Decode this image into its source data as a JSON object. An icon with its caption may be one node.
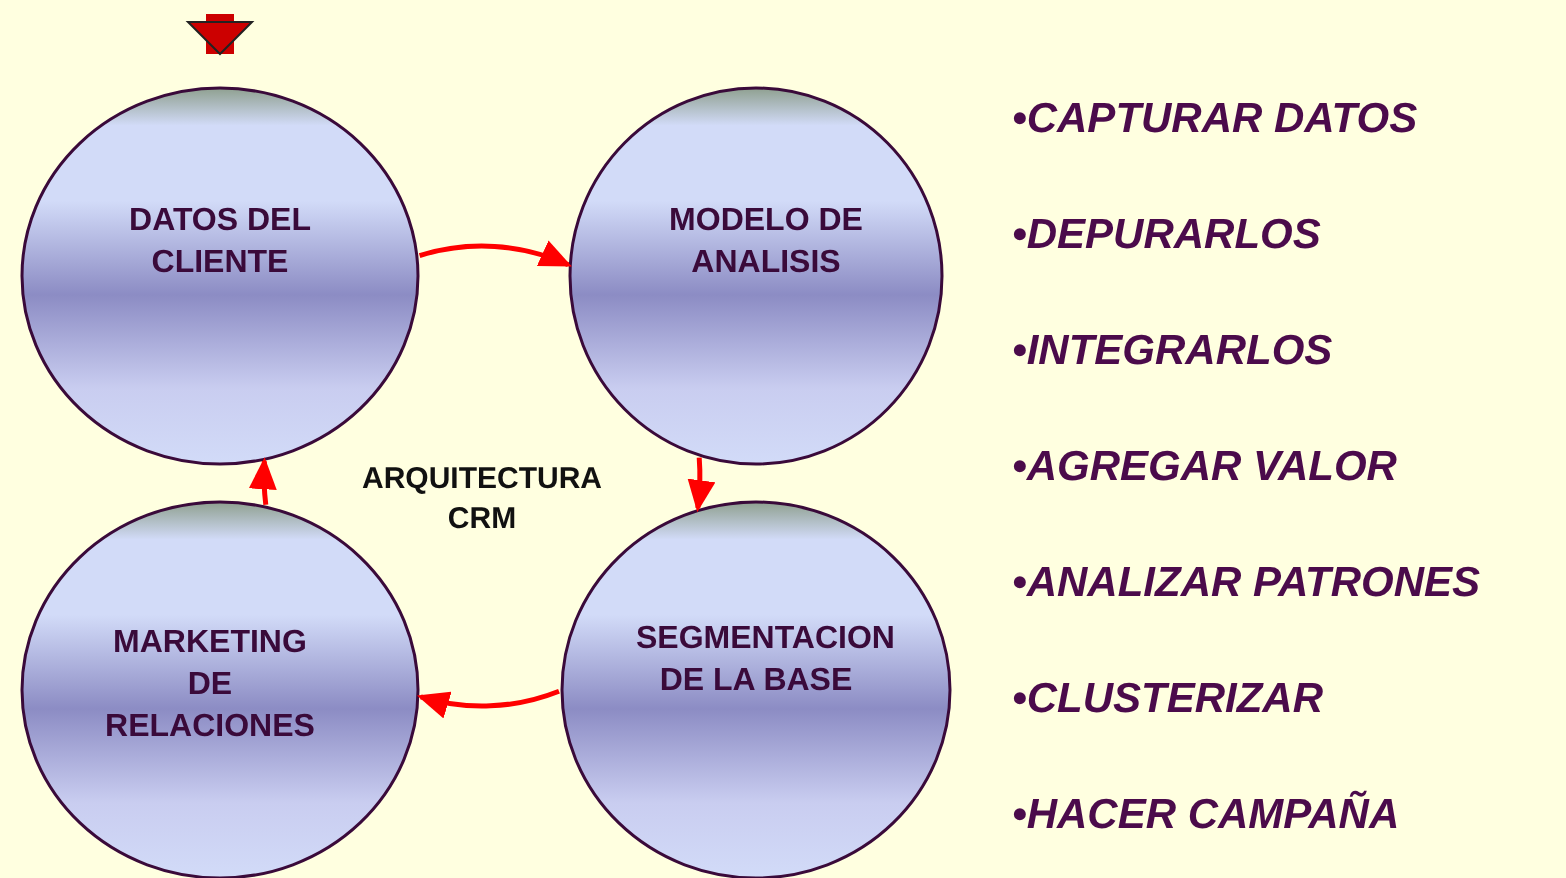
{
  "diagram": {
    "nodes": [
      {
        "text": [
          "DATOS DEL CLIENTE"
        ]
      },
      {
        "text": [
          "MODELO DE ANALISIS"
        ]
      },
      {
        "text": [
          "MARKETING DE RELACIONES"
        ]
      },
      {
        "text": [
          "SEGMENTACION DE LA BASE"
        ]
      }
    ],
    "edges": [
      {
        "from": null,
        "to": 0,
        "arrow": "to",
        "style": "thick",
        "color": "#cc0000"
      },
      {
        "from": 0,
        "to": 1,
        "arrow": "to"
      },
      {
        "from": 1,
        "to": 3,
        "arrow": "to"
      },
      {
        "from": 3,
        "to": 2,
        "arrow": "to"
      },
      {
        "from": 2,
        "to": 0,
        "arrow": "to"
      }
    ],
    "labels": [
      "ARQUITECTURA CRM",
      "•CAPTURAR DATOS",
      "•DEPURARLOS",
      "•INTEGRARLOS",
      "•AGREGAR VALOR",
      "•ANALIZAR PATRONES",
      "•CLUSTERIZAR",
      "•HACER CAMPAÑA"
    ]
  }
}
